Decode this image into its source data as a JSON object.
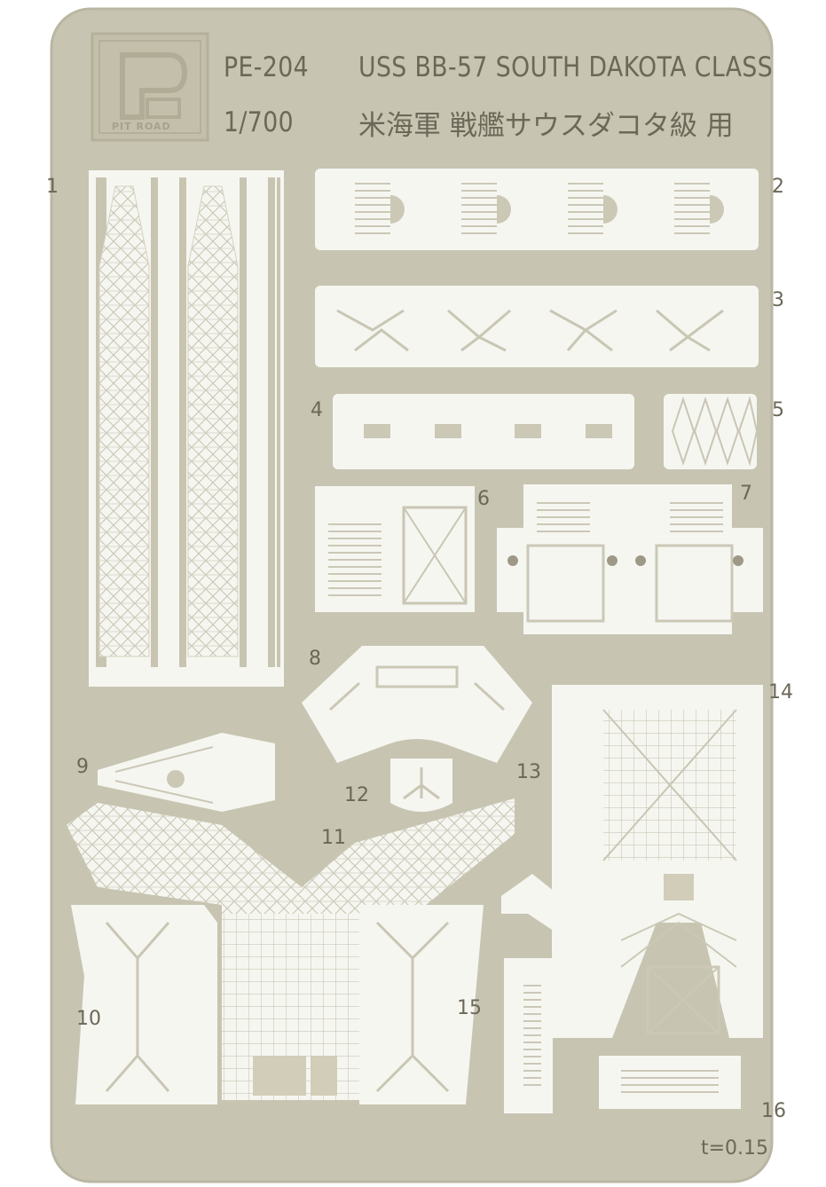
{
  "sheet": {
    "brand": "PIT ROAD",
    "code": "PE-204",
    "title": "USS BB-57 SOUTH DAKOTA CLASS",
    "scale": "1/700",
    "subtitle_jp": "米海軍 戦艦サウスダコタ級 用",
    "thickness": "t=0.15",
    "part_numbers": [
      "1",
      "2",
      "3",
      "4",
      "5",
      "6",
      "7",
      "8",
      "9",
      "10",
      "11",
      "12",
      "13",
      "14",
      "15",
      "16"
    ]
  },
  "colors": {
    "fret": "#c7c4b1",
    "fret_edge": "#b9b6a2",
    "part": "#f6f6f1",
    "ink": "#6c6858",
    "raised_logo": "#b8b49e"
  }
}
